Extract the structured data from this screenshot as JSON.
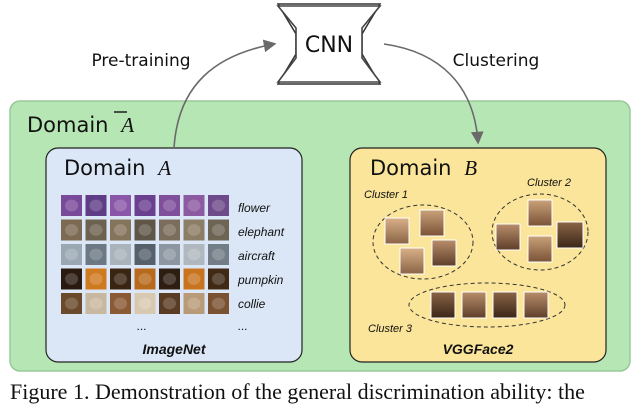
{
  "diagram": {
    "cnn_label": "CNN",
    "pretraining_label": "Pre-training",
    "clustering_label": "Clustering",
    "outer_domain": {
      "prefix": "Domain",
      "symbol": "A",
      "bar": true
    },
    "domain_a": {
      "prefix": "Domain",
      "symbol": "A",
      "dataset": "ImageNet",
      "classes": [
        "flower",
        "elephant",
        "aircraft",
        "pumpkin",
        "collie",
        "..."
      ],
      "thumb_colors": [
        [
          "#7a4a9a",
          "#5e3d86",
          "#8a57a8",
          "#6b3f90",
          "#7f4f9b",
          "#8c5aa0",
          "#6f4a8a"
        ],
        [
          "#7c6a52",
          "#6d6150",
          "#85745c",
          "#5f5648",
          "#7a6d5c",
          "#8b7d66",
          "#6e6454"
        ],
        [
          "#9aa8b4",
          "#6c7884",
          "#a9b3bb",
          "#56606b",
          "#8d97a1",
          "#b0b8bf",
          "#737d87"
        ],
        [
          "#2a1a10",
          "#d07a20",
          "#3a2412",
          "#b86a1c",
          "#2e1e12",
          "#c8741e",
          "#402a16"
        ],
        [
          "#6b4a2c",
          "#c9b8a0",
          "#8a5a34",
          "#d8c8b0",
          "#5a3c24",
          "#b89a78",
          "#7a5232"
        ]
      ]
    },
    "domain_b": {
      "prefix": "Domain",
      "symbol": "B",
      "dataset": "VGGFace2",
      "cluster1": "Cluster 1",
      "cluster2": "Cluster 2",
      "cluster3": "Cluster 3"
    }
  },
  "caption": "Figure 1. Demonstration of the general discrimination ability: the"
}
